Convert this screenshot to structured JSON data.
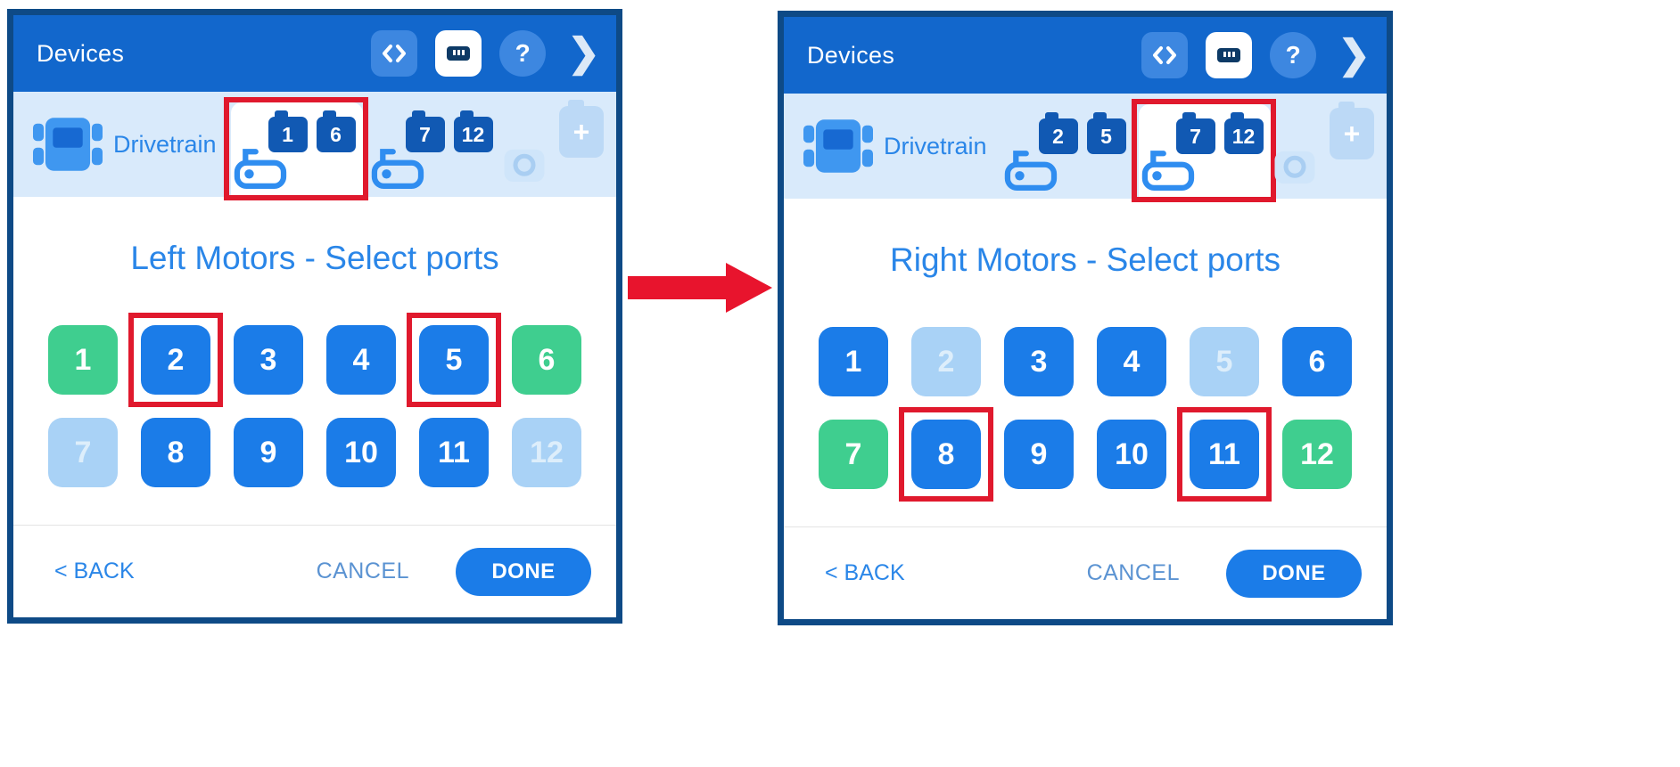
{
  "colors": {
    "header_bg": "#1267cc",
    "panel_border": "#0e4a86",
    "accent_blue": "#2a86e8",
    "port_blue": "#1b7ce8",
    "port_green": "#3fce8f",
    "port_disabled": "#a9d2f6",
    "highlight_red": "#e0192d",
    "device_bar_bg": "#d9eafb",
    "badge_blue": "#1159b3",
    "arrow_red": "#e8142d"
  },
  "panels": [
    {
      "name": "before",
      "header": {
        "title": "Devices",
        "help_glyph": "?",
        "chevron_glyph": "❯"
      },
      "device_bar": {
        "label": "Drivetrain",
        "groups": [
          {
            "badges": [
              "1",
              "6"
            ],
            "selected": true,
            "highlighted": true
          },
          {
            "badges": [
              "7",
              "12"
            ],
            "selected": false,
            "highlighted": false
          }
        ],
        "add_glyph": "+"
      },
      "title": "Left Motors - Select ports",
      "ports": [
        {
          "n": "1",
          "state": "green",
          "highlight": false
        },
        {
          "n": "2",
          "state": "blue",
          "highlight": true
        },
        {
          "n": "3",
          "state": "blue",
          "highlight": false
        },
        {
          "n": "4",
          "state": "blue",
          "highlight": false
        },
        {
          "n": "5",
          "state": "blue",
          "highlight": true
        },
        {
          "n": "6",
          "state": "green",
          "highlight": false
        },
        {
          "n": "7",
          "state": "disabled",
          "highlight": false
        },
        {
          "n": "8",
          "state": "blue",
          "highlight": false
        },
        {
          "n": "9",
          "state": "blue",
          "highlight": false
        },
        {
          "n": "10",
          "state": "blue",
          "highlight": false
        },
        {
          "n": "11",
          "state": "blue",
          "highlight": false
        },
        {
          "n": "12",
          "state": "disabled",
          "highlight": false
        }
      ],
      "footer": {
        "back": "< BACK",
        "cancel": "CANCEL",
        "done": "DONE"
      }
    },
    {
      "name": "after",
      "header": {
        "title": "Devices",
        "help_glyph": "?",
        "chevron_glyph": "❯"
      },
      "device_bar": {
        "label": "Drivetrain",
        "groups": [
          {
            "badges": [
              "2",
              "5"
            ],
            "selected": false,
            "highlighted": false
          },
          {
            "badges": [
              "7",
              "12"
            ],
            "selected": true,
            "highlighted": true
          }
        ],
        "add_glyph": "+"
      },
      "title": "Right Motors - Select ports",
      "ports": [
        {
          "n": "1",
          "state": "blue",
          "highlight": false
        },
        {
          "n": "2",
          "state": "disabled",
          "highlight": false
        },
        {
          "n": "3",
          "state": "blue",
          "highlight": false
        },
        {
          "n": "4",
          "state": "blue",
          "highlight": false
        },
        {
          "n": "5",
          "state": "disabled",
          "highlight": false
        },
        {
          "n": "6",
          "state": "blue",
          "highlight": false
        },
        {
          "n": "7",
          "state": "green",
          "highlight": false
        },
        {
          "n": "8",
          "state": "blue",
          "highlight": true
        },
        {
          "n": "9",
          "state": "blue",
          "highlight": false
        },
        {
          "n": "10",
          "state": "blue",
          "highlight": false
        },
        {
          "n": "11",
          "state": "blue",
          "highlight": true
        },
        {
          "n": "12",
          "state": "green",
          "highlight": false
        }
      ],
      "footer": {
        "back": "< BACK",
        "cancel": "CANCEL",
        "done": "DONE"
      }
    }
  ]
}
